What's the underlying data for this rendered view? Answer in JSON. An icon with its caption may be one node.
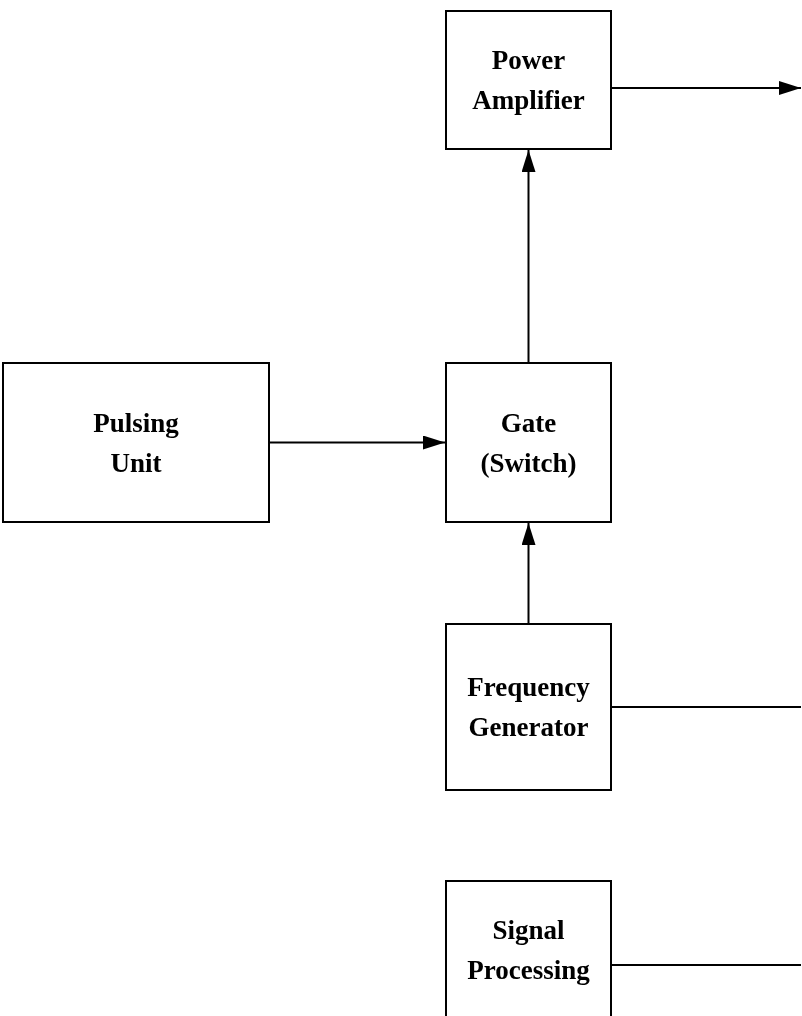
{
  "diagram": {
    "nodes": [
      {
        "text": [
          "Power Amplifier"
        ]
      },
      {
        "text": [
          "Pulsing Unit"
        ]
      },
      {
        "text": [
          "Gate (Switch)"
        ]
      },
      {
        "text": [
          "Frequency Generator"
        ]
      },
      {
        "text": [
          "Signal Processing"
        ]
      }
    ],
    "edges": [
      {
        "from": 0,
        "to": null,
        "arrow": "to"
      },
      {
        "from": 2,
        "to": 0,
        "arrow": "to"
      },
      {
        "from": 1,
        "to": 2,
        "arrow": "to"
      },
      {
        "from": 3,
        "to": 2,
        "arrow": "to"
      },
      {
        "from": 3,
        "to": null,
        "arrow": "none"
      },
      {
        "from": 4,
        "to": null,
        "arrow": "none"
      }
    ]
  }
}
